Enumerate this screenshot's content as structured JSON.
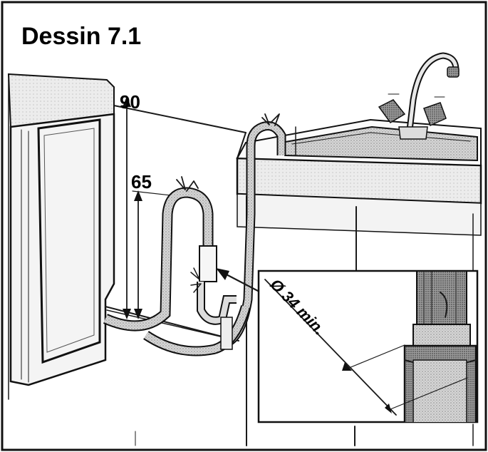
{
  "figure": {
    "title": "Dessin 7.1",
    "height_high": "90",
    "height_low": "65",
    "diameter_label": "Ø 34 min."
  }
}
